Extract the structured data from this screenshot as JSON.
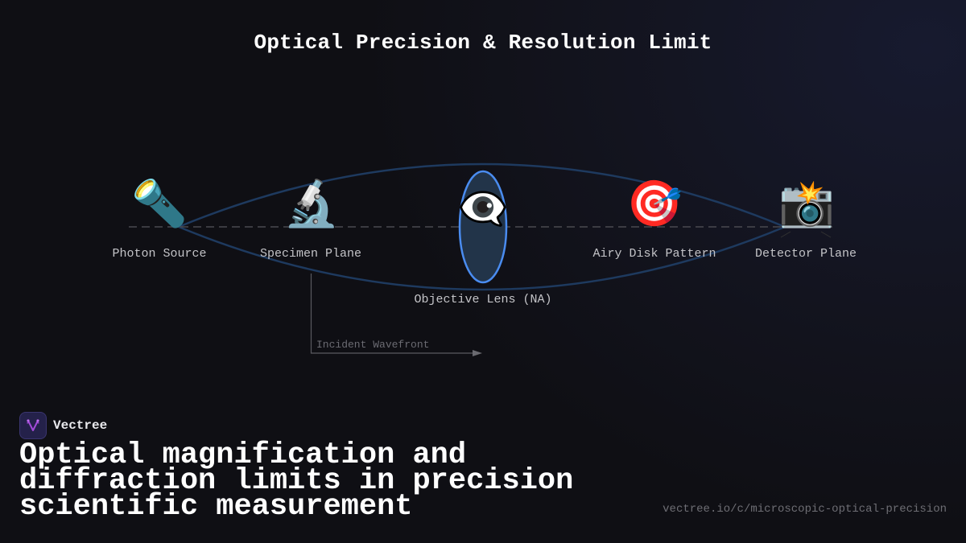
{
  "header": {
    "title": "Optical Precision & Resolution Limit"
  },
  "diagram": {
    "nodes": [
      {
        "id": "photon-source",
        "label": "Photon Source",
        "icon": "flashlight-icon",
        "glyph": "🔦"
      },
      {
        "id": "specimen-plane",
        "label": "Specimen Plane",
        "icon": "microscope-icon",
        "glyph": "🔬"
      },
      {
        "id": "objective-lens",
        "label": "Objective Lens (NA)",
        "icon": "eye-in-speech-bubble-icon",
        "glyph": "👁️‍🗨️"
      },
      {
        "id": "airy-disk-pattern",
        "label": "Airy Disk Pattern",
        "icon": "target-dart-icon",
        "glyph": "🎯"
      },
      {
        "id": "detector-plane",
        "label": "Detector Plane",
        "icon": "camera-flash-icon",
        "glyph": "📸"
      }
    ],
    "annotation": {
      "label": "Incident Wavefront"
    },
    "colors": {
      "lens_outline": "#1e3a5f",
      "lens_element_stroke": "#4a8cf0",
      "lens_element_fill": "#223449",
      "axis_dash": "#4a4a50",
      "connector": "#5a5a60"
    }
  },
  "footer": {
    "brand": "Vectree",
    "headline": "Optical magnification and diffraction limits in precision scientific measurement",
    "url": "vectree.io/c/microscopic-optical-precision"
  }
}
